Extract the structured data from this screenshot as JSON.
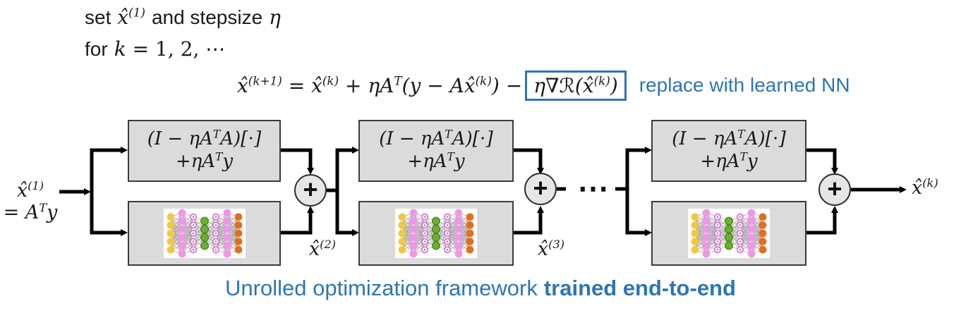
{
  "colors": {
    "accent_blue": "#2E75B6",
    "box_fill": "#DBDBDB",
    "box_border": "#3B3B3B",
    "circle_fill": "#E6E6E6",
    "arrow": "#000000",
    "text": "#1A1A1A"
  },
  "pseudocode": {
    "set_prefix": "set",
    "set_var": "x̂^{(1)}",
    "set_middle": "and stepsize",
    "set_eta": "η",
    "for_prefix": "for",
    "for_var": "k",
    "for_rest": "= 1, 2, ⋯"
  },
  "equation": {
    "main": "x̂^{(k+1)} = x̂^{(k)} + ηA^{T}(y − Ax̂^{(k)}) −",
    "boxed_term": "η∇ℛ(x̂^{(k)})",
    "annotation": "replace with learned NN"
  },
  "unrolled": {
    "linear_box_line1": "(I − ηA^{T}A)[⋅]",
    "linear_box_line2": "+ηA^{T}y",
    "plus": "+",
    "dots": "⋯",
    "input_line1": "x̂^{(1)}",
    "input_line2": "= A^{T}y",
    "label_stage2": "x̂^{(2)}",
    "label_stage3": "x̂^{(3)}",
    "output_label": "x̂^{(k)}"
  },
  "caption": {
    "normal": "Unrolled optimization framework",
    "bold": "trained end-to-end"
  },
  "nn_icon": {
    "background": "#FFFFFF",
    "edge_color": "#A8A8A8",
    "layers": [
      {
        "count": 5,
        "type": "solid",
        "color": "#F2C744"
      },
      {
        "count": 6,
        "type": "solid",
        "color": "#EE96E8"
      },
      {
        "count": 5,
        "type": "ring",
        "color": "#CC6FCC"
      },
      {
        "count": 4,
        "type": "solid",
        "color": "#6CAF2F",
        "stroke": "#44801A"
      },
      {
        "count": 5,
        "type": "ring",
        "color": "#CC6FCC"
      },
      {
        "count": 6,
        "type": "solid",
        "color": "#EE96E8"
      },
      {
        "count": 5,
        "type": "solid",
        "color": "#E56E1E"
      }
    ]
  }
}
